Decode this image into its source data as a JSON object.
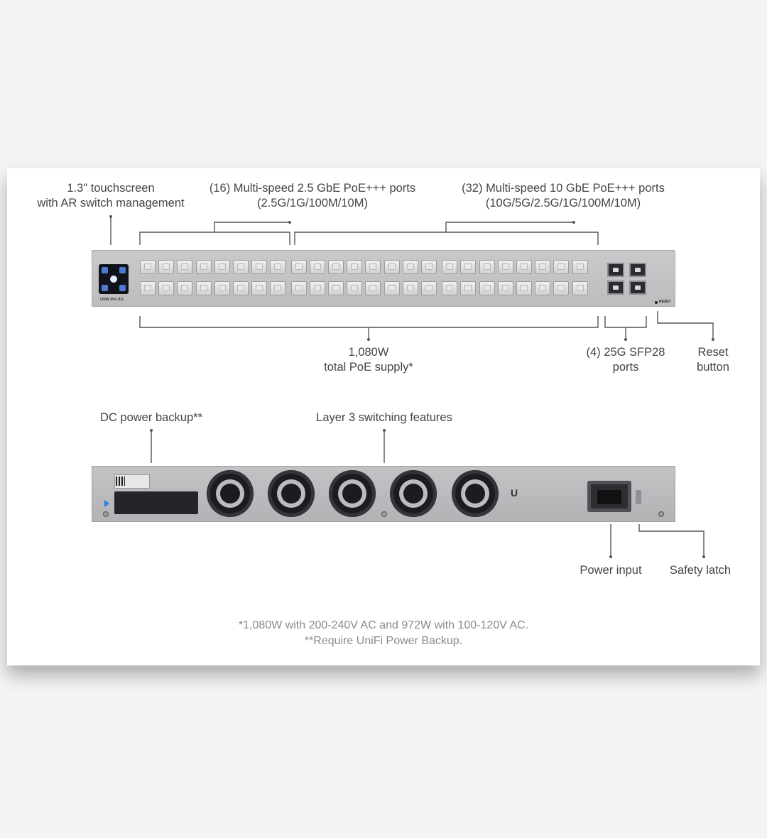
{
  "labels": {
    "touchscreen": [
      "1.3\" touchscreen",
      "with AR switch management"
    ],
    "ports_2_5": [
      "(16) Multi-speed 2.5 GbE PoE+++ ports",
      "(2.5G/1G/100M/10M)"
    ],
    "ports_10": [
      "(32) Multi-speed 10 GbE PoE+++ ports",
      "(10G/5G/2.5G/1G/100M/10M)"
    ],
    "poe_supply": [
      "1,080W",
      "total PoE supply*"
    ],
    "sfp": [
      "(4) 25G SFP28",
      "ports"
    ],
    "reset": [
      "Reset",
      "button"
    ],
    "dc_backup": "DC power backup**",
    "layer3": "Layer 3 switching features",
    "power_input": "Power input",
    "safety_latch": "Safety latch"
  },
  "footnotes": [
    "*1,080W with 200-240V AC and 972W with 100-120V AC.",
    "**Require UniFi Power Backup."
  ],
  "device": {
    "model_tag": "USW Pro XG",
    "reset_tag": "RESET",
    "logo": "U"
  }
}
